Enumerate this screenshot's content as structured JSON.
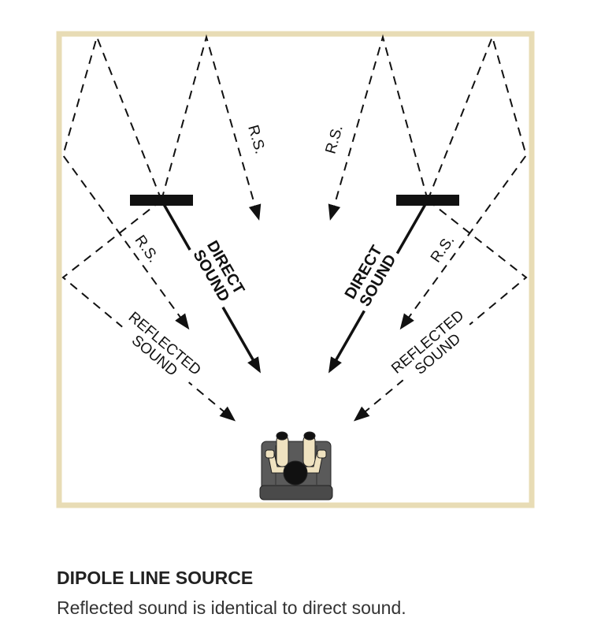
{
  "diagram": {
    "labels": {
      "direct_line1": "DIRECT",
      "direct_line2": "SOUND",
      "reflected_line1": "REFLECTED",
      "reflected_line2": "SOUND",
      "rs": "R.S."
    },
    "colors": {
      "border": "#e8dcb5",
      "chair": "#555555",
      "skin": "#efe2c0"
    }
  },
  "caption": {
    "title": "DIPOLE LINE SOURCE",
    "subtitle": "Reflected sound is identical to direct sound."
  }
}
